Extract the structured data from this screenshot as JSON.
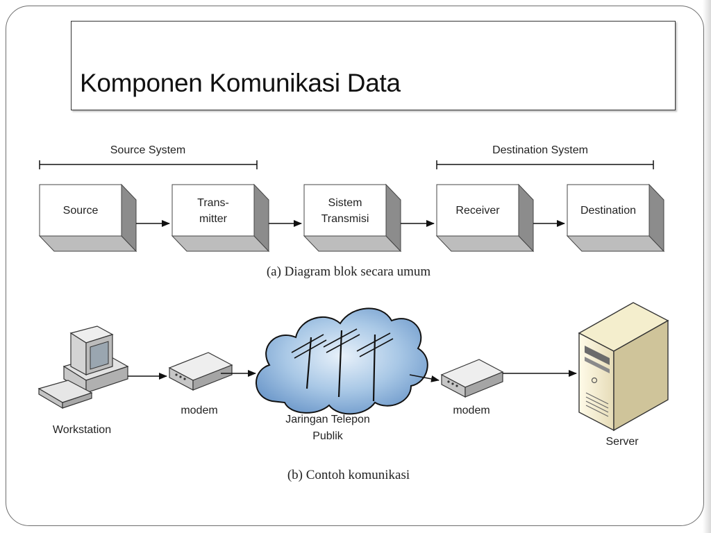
{
  "slide": {
    "title": "Komponen Komunikasi Data"
  },
  "diagram_a": {
    "source_system_label": "Source System",
    "destination_system_label": "Destination System",
    "blocks": {
      "source": [
        "Source"
      ],
      "transmitter": [
        "Trans-",
        "mitter"
      ],
      "transmission_system": [
        "Sistem",
        "Transmisi"
      ],
      "receiver": [
        "Receiver"
      ],
      "destination": [
        "Destination"
      ]
    },
    "caption": "(a) Diagram blok secara umum"
  },
  "diagram_b": {
    "workstation_label": "Workstation",
    "modem_left_label": "modem",
    "network_label": [
      "Jaringan Telepon",
      "Publik"
    ],
    "modem_right_label": "modem",
    "server_label": "Server",
    "caption": "(b) Contoh komunikasi"
  },
  "colors": {
    "frame": "#6d6d6d",
    "block_face": "#ffffff",
    "block_side": "#9a9a9a",
    "cloud": "#8fb4da"
  }
}
